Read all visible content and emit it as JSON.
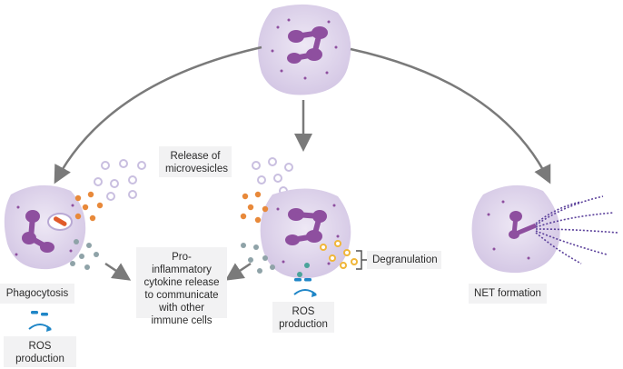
{
  "labels": {
    "microvesicles": "Release of\nmicrovesicles",
    "cytokine": "Pro-inflammatory\ncytokine release\nto communicate\nwith other\nimmune cells",
    "degranulation": "Degranulation",
    "phagocytosis": "Phagocytosis",
    "ros_left": "ROS\nproduction",
    "ros_center": "ROS\nproduction",
    "net": "NET formation"
  },
  "colors": {
    "cell_fill": "#d9cfe8",
    "nucleus": "#8e4f9f",
    "arrow": "#7a7a7a",
    "vesicle": "#c9bfe0",
    "granule_orange": "#e8893a",
    "granule_yellow": "#f0b63a",
    "granule_gray": "#8fa3a8",
    "ros_blue": "#1f86c7",
    "net_strand": "#5a3f9a"
  }
}
